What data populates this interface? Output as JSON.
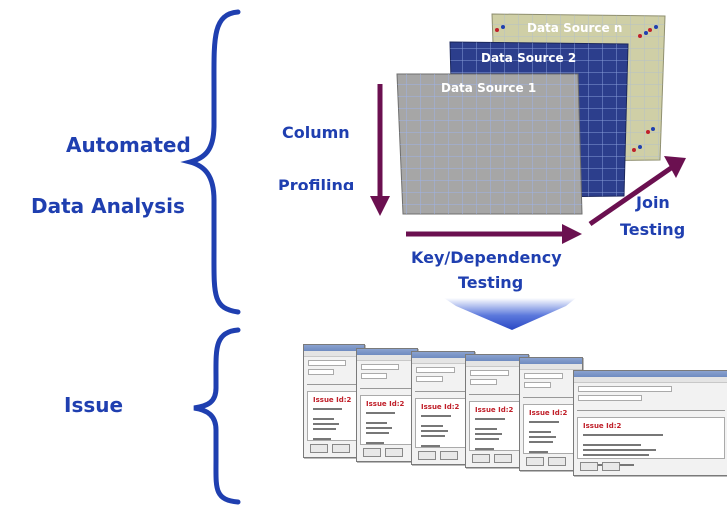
{
  "labels": {
    "automated_line1": "Automated",
    "automated_line2": "Data Analysis",
    "issue": "Issue",
    "column_profiling_line1": "Column",
    "column_profiling_line2": "Profiling",
    "key_dependency_line1": "Key/Dependency",
    "key_dependency_line2": "Testing",
    "join_line1": "Join",
    "join_line2": "Testing"
  },
  "data_sources": [
    "Data Source 1",
    "Data Source 2",
    "Data Source n"
  ],
  "issue_windows": {
    "count": 6,
    "title": "Issue Id:2"
  },
  "colors": {
    "label_text": "#1f3fb0",
    "brace": "#1f3fb0",
    "arrow": "#6b1050",
    "funnel_arrow": "#2e4fc9",
    "source_1_fill": "#a6a6a6",
    "source_2_fill": "#2c3e8c",
    "source_n_fill": "#cfcfa6",
    "grid_lines": "#9db3ea",
    "issue_title": "#c0202a"
  }
}
